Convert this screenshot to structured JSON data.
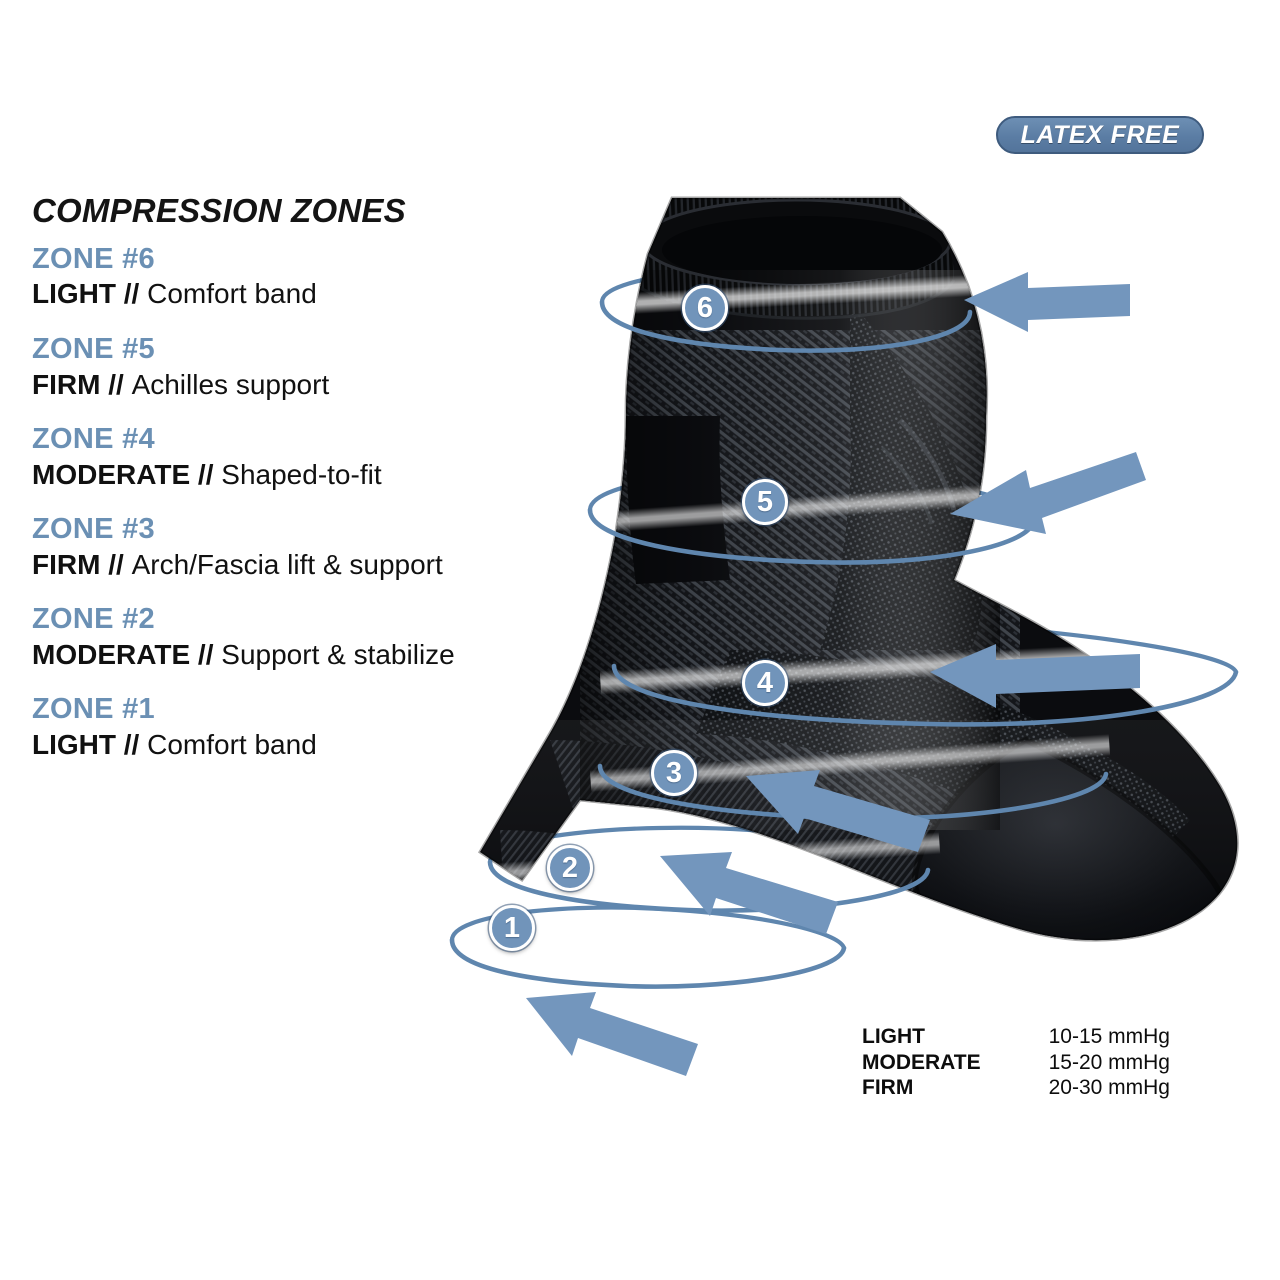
{
  "badge": {
    "label": "LATEX FREE",
    "fill": "#5b7da4",
    "border": "#3e5b7e",
    "text_color": "#ffffff"
  },
  "zones_panel": {
    "title": "COMPRESSION ZONES",
    "heading_color": "#6b90b4",
    "items": [
      {
        "heading": "ZONE #6",
        "level": "LIGHT",
        "separator": " // ",
        "description": "Comfort band"
      },
      {
        "heading": "ZONE #5",
        "level": "FIRM",
        "separator": " // ",
        "description": "Achilles support"
      },
      {
        "heading": "ZONE #4",
        "level": "MODERATE",
        "separator": " // ",
        "description": "Shaped-to-fit"
      },
      {
        "heading": "ZONE #3",
        "level": "FIRM",
        "separator": " // ",
        "description": "Arch/Fascia lift & support"
      },
      {
        "heading": "ZONE #2",
        "level": "MODERATE",
        "separator": " // ",
        "description": "Support & stabilize"
      },
      {
        "heading": "ZONE #1",
        "level": "LIGHT",
        "separator": " // ",
        "description": "Comfort band"
      }
    ]
  },
  "pressure_legend": {
    "rows": [
      {
        "label": "LIGHT",
        "value": "10-15 mmHg"
      },
      {
        "label": "MODERATE",
        "value": "15-20 mmHg"
      },
      {
        "label": "FIRM",
        "value": "20-30 mmHg"
      }
    ]
  },
  "illustration": {
    "product": "black knitted compression foot sleeve, side view, toe to the right",
    "accent_color": "#7194ba",
    "ring_color": "#5f86ae",
    "sock_black": "#0c0d10",
    "sock_knit_gray": "#3c4046",
    "markers": [
      {
        "number": "6",
        "zone": "ZONE #6"
      },
      {
        "number": "5",
        "zone": "ZONE #5"
      },
      {
        "number": "4",
        "zone": "ZONE #4"
      },
      {
        "number": "3",
        "zone": "ZONE #3"
      },
      {
        "number": "2",
        "zone": "ZONE #2"
      },
      {
        "number": "1",
        "zone": "ZONE #1"
      }
    ]
  }
}
